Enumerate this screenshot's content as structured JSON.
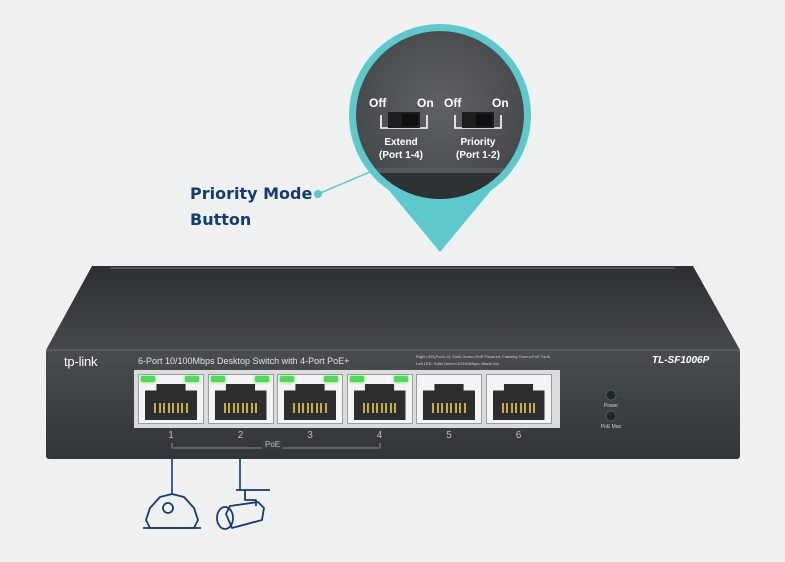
{
  "callout": {
    "line1": "Priority Mode",
    "line2": "Button"
  },
  "zoom": {
    "left_switch": {
      "off": "Off",
      "on": "On",
      "name": "Extend",
      "ports": "(Port 1-4)"
    },
    "right_switch": {
      "off": "Off",
      "on": "On",
      "name": "Priority",
      "ports": "(Port 1-2)"
    }
  },
  "device": {
    "brand": "tp-link",
    "description": "6-Port 10/100Mbps Desktop Switch with 4-Port PoE+",
    "model": "TL-SF1006P",
    "led_legend_1": "Right LED(Port1-4): Solid Green=PoE Powered, Flashing Green=PoE Fault",
    "led_legend_2": "Left LED: Solid Green=10/100Mbps, Blank=No",
    "ports": [
      {
        "label": "1"
      },
      {
        "label": "2"
      },
      {
        "label": "3"
      },
      {
        "label": "4"
      },
      {
        "label": "5"
      },
      {
        "label": "6"
      }
    ],
    "poe_label": "PoE",
    "power_led": "Power",
    "poe_max_led": "PoE Max"
  },
  "colors": {
    "accent": "#5ec9cc",
    "label": "#143c6e",
    "chassis": "#3b3e41",
    "led": "#53d85a"
  },
  "icons": [
    "dome-camera-icon",
    "bullet-camera-icon"
  ]
}
